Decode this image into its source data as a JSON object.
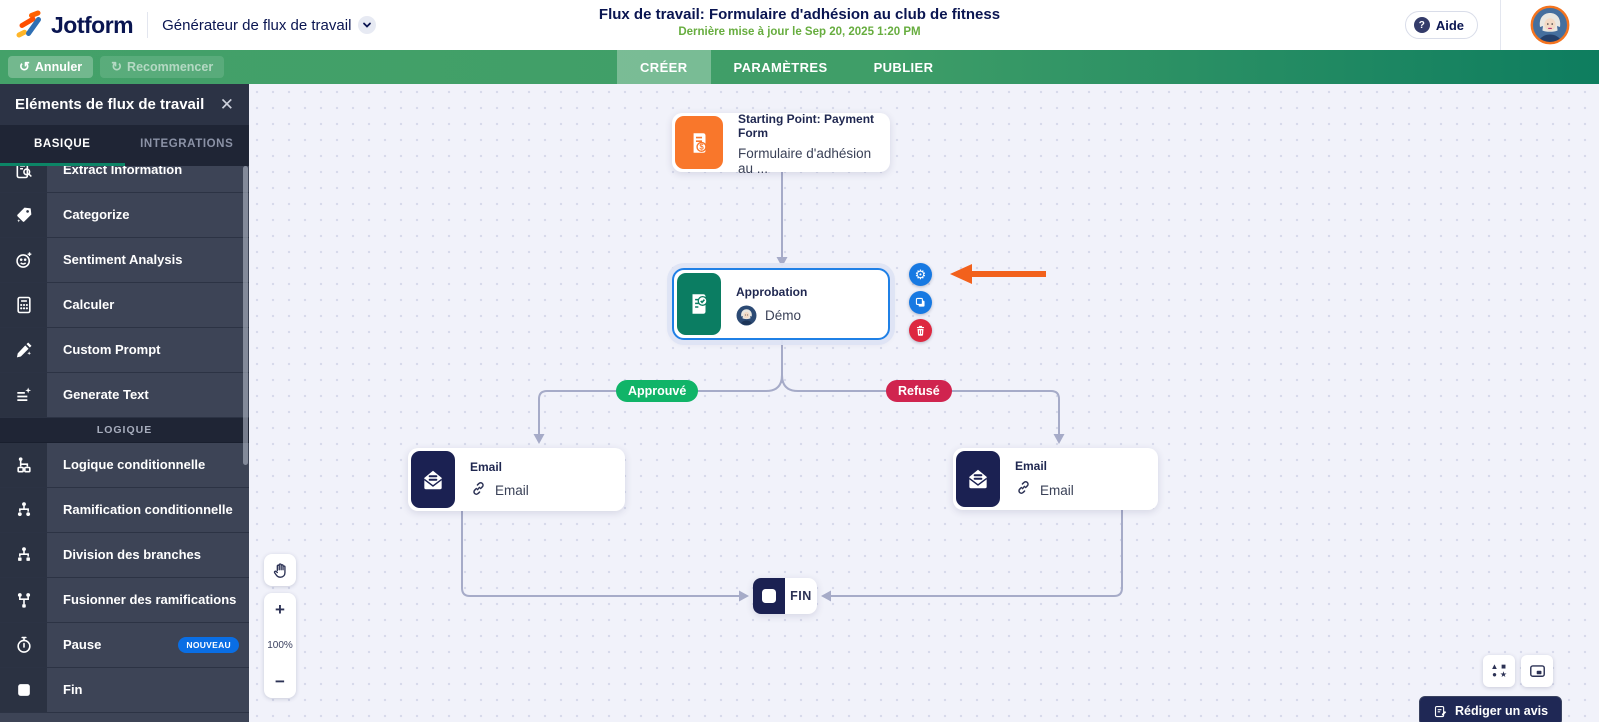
{
  "header": {
    "logo_text": "Jotform",
    "product_switcher": "Générateur de flux de travail",
    "title": "Flux de travail: Formulaire d'adhésion au club de fitness",
    "last_updated": "Dernière mise à jour le Sep 20, 2025 1:20 PM",
    "help_label": "Aide"
  },
  "toolbar": {
    "undo_label": "Annuler",
    "redo_label": "Recommencer",
    "tabs": [
      {
        "label": "CRÉER",
        "active": true
      },
      {
        "label": "PARAMÈTRES",
        "active": false
      },
      {
        "label": "PUBLIER",
        "active": false
      }
    ]
  },
  "sidebar": {
    "title": "Eléments de flux de travail",
    "close_glyph": "✕",
    "tabs": [
      {
        "label": "BASIQUE",
        "active": true
      },
      {
        "label": "INTEGRATIONS",
        "active": false
      }
    ],
    "items": [
      {
        "icon": "extract-information-icon",
        "label": "Extract Information"
      },
      {
        "icon": "categorize-icon",
        "label": "Categorize"
      },
      {
        "icon": "sentiment-analysis-icon",
        "label": "Sentiment Analysis"
      },
      {
        "icon": "calculate-icon",
        "label": "Calculer"
      },
      {
        "icon": "custom-prompt-icon",
        "label": "Custom Prompt"
      },
      {
        "icon": "generate-text-icon",
        "label": "Generate Text"
      },
      {
        "section": "LOGIQUE"
      },
      {
        "icon": "conditional-logic-icon",
        "label": "Logique conditionnelle"
      },
      {
        "icon": "conditional-branch-icon",
        "label": "Ramification conditionnelle"
      },
      {
        "icon": "split-branches-icon",
        "label": "Division des branches"
      },
      {
        "icon": "merge-branches-icon",
        "label": "Fusionner des ramifications"
      },
      {
        "icon": "pause-icon",
        "label": "Pause",
        "badge": "NOUVEAU"
      },
      {
        "icon": "end-icon",
        "label": "Fin"
      }
    ]
  },
  "canvas": {
    "zoom_level": "100%",
    "zoom_in_glyph": "+",
    "zoom_out_glyph": "−",
    "nodes": {
      "start": {
        "title": "Starting Point: Payment Form",
        "subtitle": "Formulaire d'adhésion au ...",
        "color": "#f9772b"
      },
      "approval": {
        "title": "Approbation",
        "assignee": "Démo",
        "color": "#0b7d62",
        "selected": true
      },
      "email_left": {
        "title": "Email",
        "link_label": "Email",
        "color": "#1b2152"
      },
      "email_right": {
        "title": "Email",
        "link_label": "Email",
        "color": "#1b2152"
      },
      "end": {
        "label": "FIN"
      }
    },
    "branches": {
      "approved": "Approuvé",
      "rejected": "Refusé"
    },
    "review_button": "Rédiger un avis"
  },
  "colors": {
    "brand_navy": "#0a1551",
    "toolbar_green_left": "#44a169",
    "toolbar_green_right": "#0e7d5f",
    "sidebar_active_tab_underline": "#0c8566",
    "badge_blue": "#0a6ee4",
    "branch_approved": "#10b468",
    "branch_rejected": "#d0244f",
    "connector": "#a6abc8",
    "selection_blue": "#1f80e6",
    "action_blue": "#1779e2",
    "action_red": "#dd2840",
    "annotation_orange": "#f2611c"
  }
}
